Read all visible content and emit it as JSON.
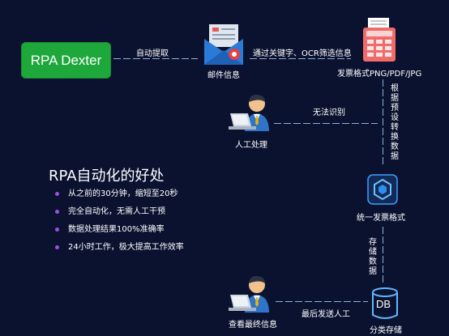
{
  "source": {
    "label": "RPA Dexter"
  },
  "edges": {
    "auto_extract": "自动提取",
    "filter": "通过关键字、OCR筛选信息",
    "cannot_recognize": "无法识别",
    "convert": "根据预设转换数据",
    "store": "存储数据",
    "send": "最后发送人工"
  },
  "nodes": {
    "email": "邮件信息",
    "invoice_formats": "发票格式PNG/PDF/JPG",
    "manual": "人工处理",
    "unified": "统一发票格式",
    "storage": "分类存储",
    "review": "查看最终信息",
    "db_label": "DB"
  },
  "benefits": {
    "title": "RPA自动化的好处",
    "items": [
      "从之前的30分钟，缩短至20秒",
      "完全自动化，无需人工干预",
      "数据处理结果100%准确率",
      "24小时工作，极大提高工作效率"
    ]
  }
}
